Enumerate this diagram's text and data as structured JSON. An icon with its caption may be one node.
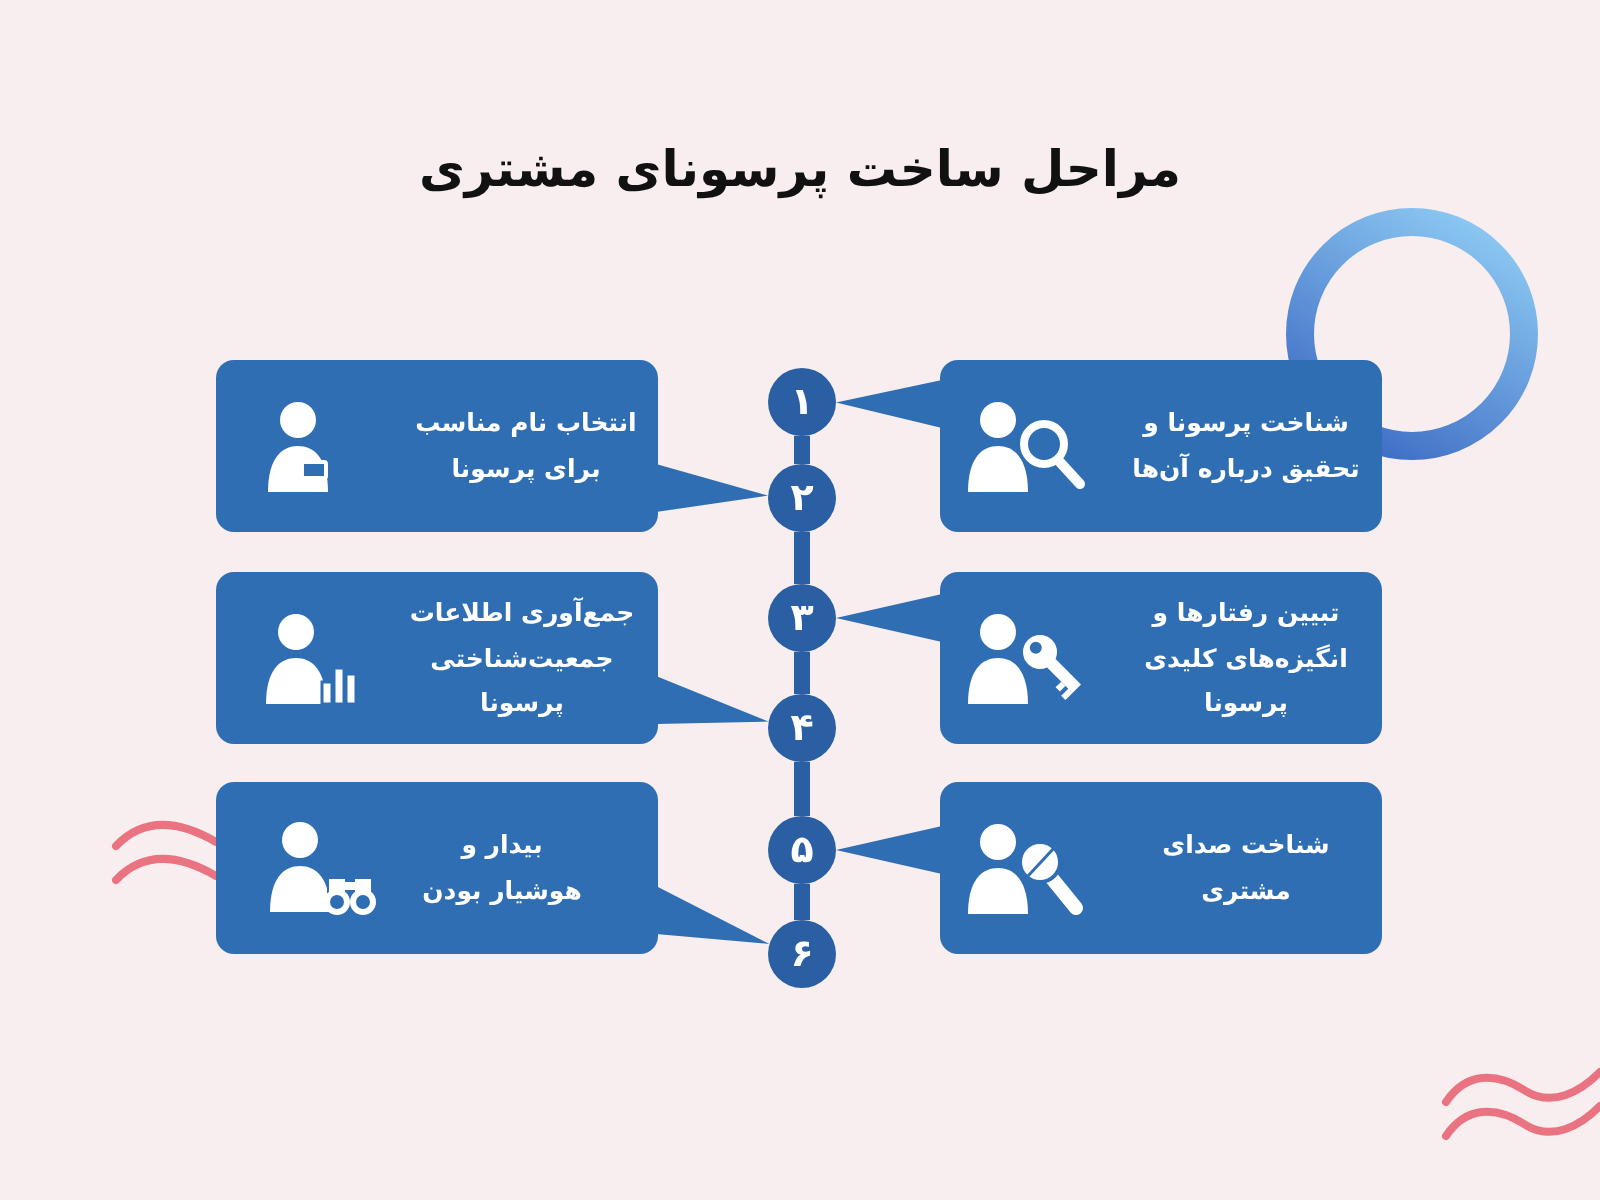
{
  "diagram": {
    "title": "مراحل ساخت پرسونای مشتری",
    "nodes": [
      {
        "text": [],
        "shape": "circle"
      },
      {
        "text": [
          "شناخت پرسونا و تحقیق درباره آن‌ها"
        ]
      },
      {
        "text": [
          "۱"
        ]
      },
      {
        "text": [
          "انتخاب نام مناسب برای پرسونا"
        ]
      },
      {
        "text": [
          "۲"
        ]
      },
      {
        "text": [
          "تبیین رفتارها و انگیزه‌های کلیدی پرسونا"
        ]
      },
      {
        "text": [
          "۳"
        ]
      },
      {
        "text": [
          "جمع‌آوری اطلاعات جمعیت‌شناختی پرسونا"
        ]
      },
      {
        "text": [
          "۴"
        ]
      },
      {
        "text": [
          "شناخت صدای مشتری"
        ]
      },
      {
        "text": [
          "۵"
        ]
      },
      {
        "text": [
          "بیدار و هوشیار بودن"
        ]
      },
      {
        "text": [
          "۶"
        ]
      }
    ],
    "edges": [
      {
        "from": 1,
        "to": 2,
        "arrow": "none"
      },
      {
        "from": 3,
        "to": 4,
        "arrow": "none"
      },
      {
        "from": 5,
        "to": 6,
        "arrow": "none"
      },
      {
        "from": 7,
        "to": 8,
        "arrow": "none"
      },
      {
        "from": 9,
        "to": 10,
        "arrow": "none"
      },
      {
        "from": 11,
        "to": 12,
        "arrow": "none"
      },
      {
        "from": 2,
        "to": 4,
        "arrow": "none"
      },
      {
        "from": 4,
        "to": 6,
        "arrow": "none"
      },
      {
        "from": 6,
        "to": 8,
        "arrow": "none"
      },
      {
        "from": 8,
        "to": 10,
        "arrow": "none"
      },
      {
        "from": 10,
        "to": 12,
        "arrow": "none"
      }
    ]
  }
}
